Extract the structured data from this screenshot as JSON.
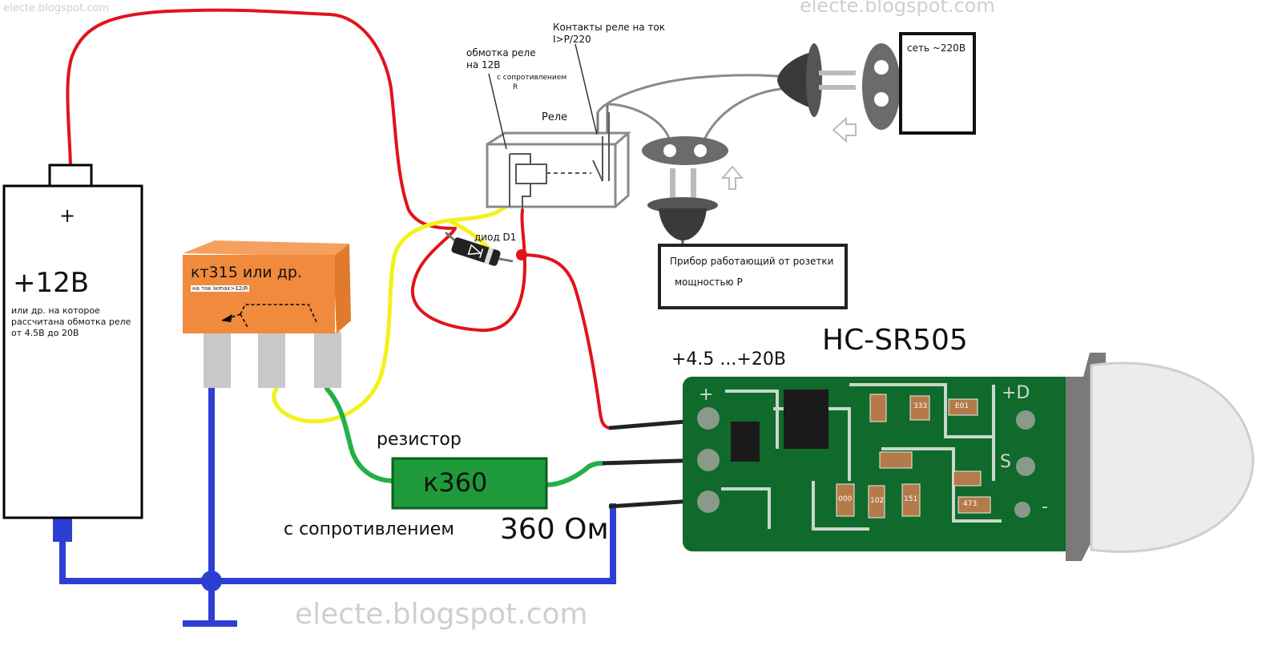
{
  "watermarks": {
    "top_left": "electe.blogspot.com",
    "top_right": "electe.blogspot.com",
    "bottom": "electe.blogspot.com"
  },
  "battery": {
    "plus_sign": "+",
    "voltage": "+12В",
    "note": [
      "или др. на которое",
      "рассчитана обмотка реле",
      "от 4.5В до 20В"
    ]
  },
  "transistor": {
    "label": "кт315 или др.",
    "small_note": "на ток Iкmax>12/R"
  },
  "diode": {
    "label": "диод D1"
  },
  "relay": {
    "title": "Реле",
    "coil_label": [
      "обмотка реле",
      "на 12В"
    ],
    "coil_resistance": [
      "с сопротивлением",
      "R"
    ],
    "contacts_label": [
      "Контакты реле на ток",
      "I>P/220"
    ]
  },
  "mains": {
    "label": "сеть ~220В"
  },
  "appliance": {
    "line1": "Прибор работающий от розетки",
    "line2": "мощностью Р"
  },
  "resistor": {
    "title": "резистор",
    "code": "к360",
    "caption": "с сопротивлением",
    "value": "360 Ом"
  },
  "sensor": {
    "model": "HC-SR505",
    "supply": "+4.5 ...+20В",
    "pin_plus": "+",
    "pin_s": "S",
    "pin_minus": "-",
    "pin_plus_right": "+D",
    "smd_codes": [
      "E01",
      "333",
      "000",
      "102",
      "151",
      "473"
    ]
  },
  "colors": {
    "positive_wire": "#e0141a",
    "control_wire": "#f2f21a",
    "signal_wire": "#22b04a",
    "ground_wire": "#2d3fd2",
    "transistor_body": "#f08a3c",
    "resistor_body": "#1f9a3a",
    "pcb": "#0f6a2c"
  }
}
